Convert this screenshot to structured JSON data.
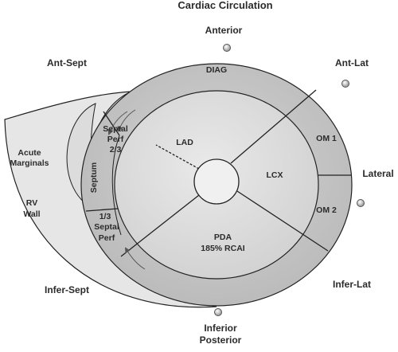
{
  "diagram": {
    "title": "Cardiac Circulation",
    "outer_labels": {
      "anterior": "Anterior",
      "ant_sept": "Ant-Sept",
      "ant_lat": "Ant-Lat",
      "lateral": "Lateral",
      "infer_lat": "Infer-Lat",
      "infer_sept": "Infer-Sept",
      "inferior_line1": "Inferior",
      "inferior_line2": "Posterior"
    },
    "regions": {
      "diag": "DIAG",
      "lad": "LAD",
      "lcx": "LCX",
      "om1": "OM 1",
      "om2": "OM 2",
      "pda_line1": "PDA",
      "pda_line2": "185% RCAI",
      "septum": "Septum",
      "septal_perf_top_1": "Septal",
      "septal_perf_top_2": "Perf",
      "septal_perf_top_3": "2/3",
      "septal_perf_bottom_1": "1/3",
      "septal_perf_bottom_2": "Septal",
      "septal_perf_bottom_3": "Perf",
      "acute_marginals_1": "Acute",
      "acute_marginals_2": "Marginals",
      "rv_wall_1": "RV",
      "rv_wall_2": "Wall"
    },
    "colors": {
      "outer_ring": "#c9c9c9",
      "inner_disk": "#dedede",
      "rv_band": "#e6e6e6",
      "lines": "#222222",
      "text": "#2b2b2b"
    }
  }
}
